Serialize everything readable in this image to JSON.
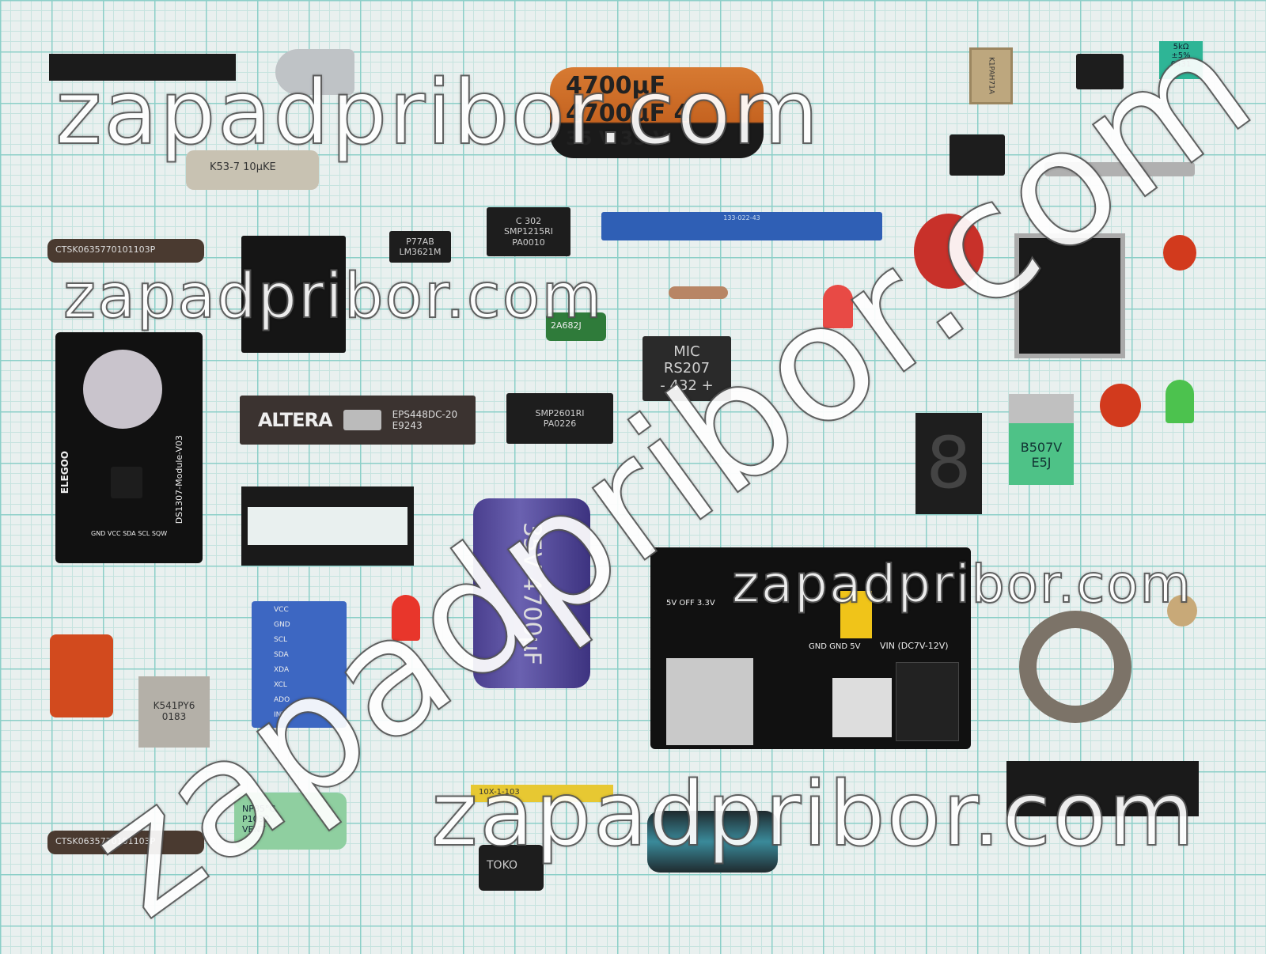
{
  "watermark": {
    "text": "zapadpribor.com"
  },
  "components": {
    "electrolytic_orange": {
      "marking": "4700µF 4700µF 4",
      "voltage": "35 V 35 V"
    },
    "film_cap": {
      "marking": "K53-7 10µKE"
    },
    "resistor_network_top": {
      "marking": "CTSK0635770101103P"
    },
    "resistor_network_bottom": {
      "marking": "CTSK0635770101103P"
    },
    "ic_lm3621": {
      "line1": "P77AB",
      "line2": "LM3621M"
    },
    "ic_smp1215": {
      "line1": "C 302",
      "line2": "SMP1215RI",
      "line3": "PA0010"
    },
    "edge_connector": {
      "marking": "133-022-43"
    },
    "green_cap": {
      "marking": "2A682J"
    },
    "rtc_module": {
      "brand": "ELEGOO",
      "name": "DS1307-Module-V03",
      "pins": "GND VCC SDA SCL SQW"
    },
    "altera": {
      "brand": "ALTERA",
      "line1": "EPS448DC-20",
      "line2": "E9243"
    },
    "ic_smp2601": {
      "line1": "SMP2601RI",
      "line2": "PA0226"
    },
    "bridge": {
      "line1": "MIC",
      "line2": "RS207",
      "line3": "- 432 +"
    },
    "transistor": {
      "line1": "B507V",
      "line2": "E5J"
    },
    "electrolytic_blue": {
      "marking": "35V 4700µF"
    },
    "imu_module": {
      "pins": "VCC GND SCL SDA XDA XCL ADO INT"
    },
    "power_board": {
      "label1": "5V OFF 3.3V",
      "label2": "VIN (DC7V-12V)",
      "label3": "GND GND 5V"
    },
    "hybrid_ic": {
      "line1": "K541PY6",
      "line2": "0183"
    },
    "metal_can_ic": {
      "line1": "K1PAH71A"
    },
    "trimmer": {
      "line1": "5kΩ",
      "line2": "±5%",
      "line3": "0431"
    },
    "np_cap": {
      "line1": "NP85°C",
      "line2": "P1032",
      "line3": "VENT"
    },
    "yellow_resnet": {
      "marking": "10X-1-103"
    },
    "inductor": {
      "marking": "TOKO"
    }
  },
  "colors": {
    "grid_major": "#8ccfc8",
    "grid_minor": "#c6e3df",
    "background": "#e9f0ef"
  }
}
